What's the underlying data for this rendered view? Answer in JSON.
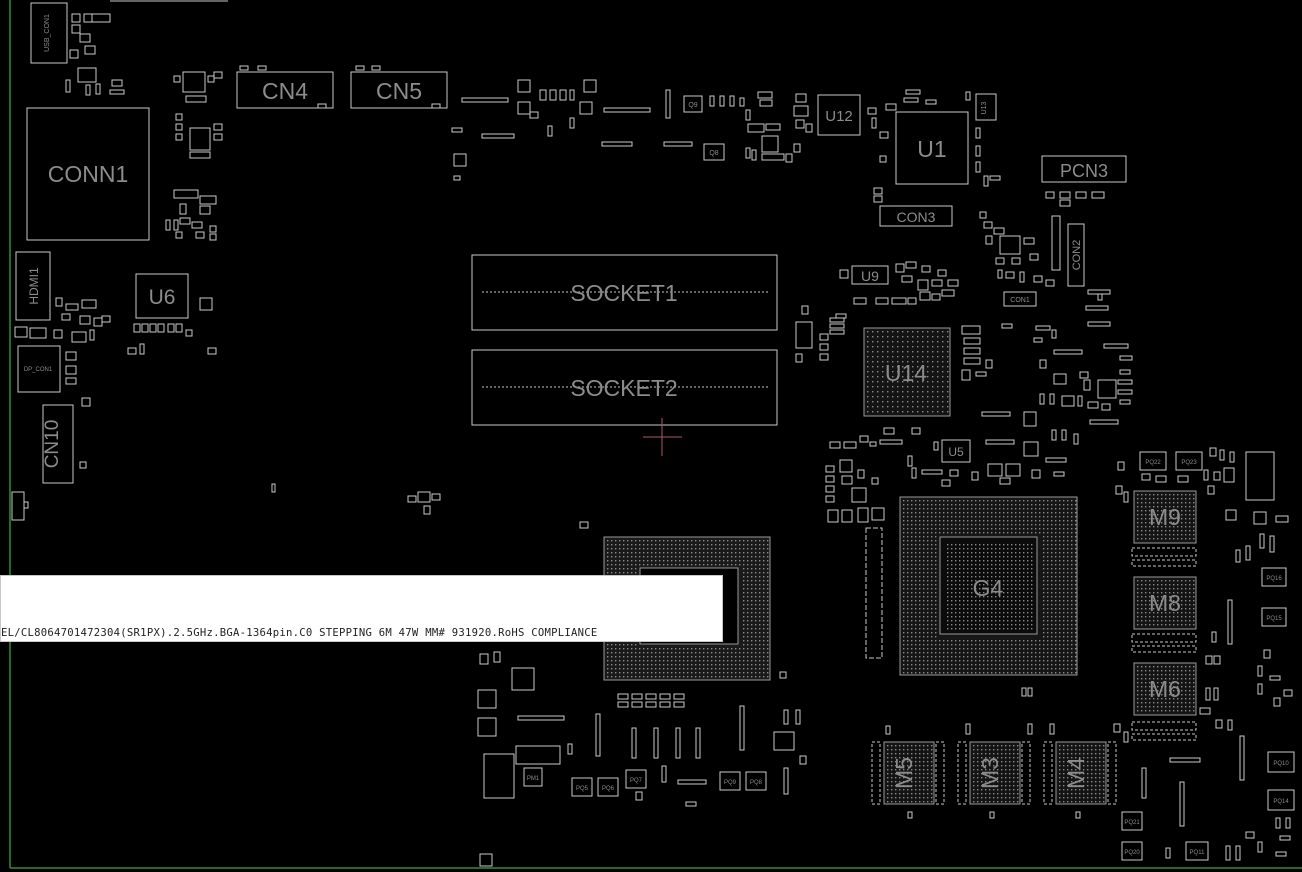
{
  "theme": {
    "background": "#000000",
    "outline": "#c9c9c9",
    "label": "#8c8c8c",
    "border_green": "#2f8f2f",
    "cursor": "#a85a6a"
  },
  "components": {
    "conn1": "CONN1",
    "cn4": "CN4",
    "cn5": "CN5",
    "u6": "U6",
    "hdmi1": "HDMI1",
    "cn10": "CN10",
    "usb_con1": "USB_CON1",
    "dp_con1": "DP_CON1",
    "socket1": "SOCKET1",
    "socket2": "SOCKET2",
    "u12": "U12",
    "u1": "U1",
    "u13": "U13",
    "pcn3": "PCN3",
    "con3": "CON3",
    "con2": "CON2",
    "con1": "CON1",
    "u9": "U9",
    "u14": "U14",
    "u5": "U5",
    "g4": "G4",
    "m9": "M9",
    "m8": "M8",
    "m6": "M6",
    "m5": "M5",
    "m3": "M3",
    "m4": "M4",
    "pq22": "PQ22",
    "pq23": "PQ23",
    "pq16": "PQ16",
    "pq15": "PQ15",
    "pq10": "PQ10",
    "pq14": "PQ14",
    "pq21": "PQ21",
    "pq20": "PQ20",
    "pq11": "PQ11",
    "pq7": "PQ7",
    "pq9": "PQ9",
    "pq8": "PQ8",
    "pq5": "PQ5",
    "pq6": "PQ6",
    "pm1": "PM1",
    "q9": "Q9",
    "q8": "Q8"
  },
  "tooltip": {
    "text": "EL/CL8064701472304(SR1PX).2.5GHz.BGA-1364pin.C0 STEPPING 6M 47W MM# 931920.RoHS COMPLIANCE"
  }
}
